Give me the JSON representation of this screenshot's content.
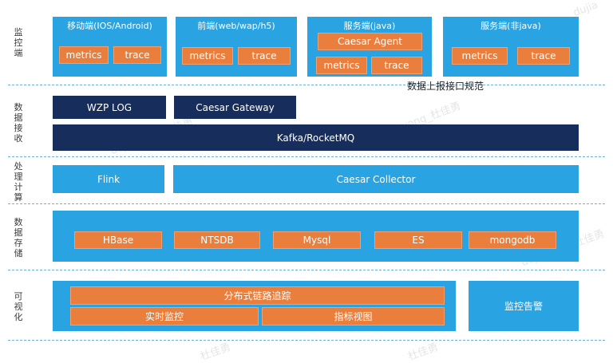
{
  "layers": {
    "monitor": "监控端",
    "ingest": "数据接收",
    "compute": "处理计算",
    "storage": "数据存储",
    "visual": "可视化"
  },
  "clients": [
    {
      "title": "移动端(IOS/Android)",
      "metrics": "metrics",
      "trace": "trace"
    },
    {
      "title": "前端(web/wap/h5)",
      "metrics": "metrics",
      "trace": "trace"
    },
    {
      "title": "服务端(java)",
      "agent": "Caesar Agent",
      "metrics": "metrics",
      "trace": "trace"
    },
    {
      "title": "服务端(非java)",
      "metrics": "metrics",
      "trace": "trace"
    }
  ],
  "report_spec": "数据上报接口规范",
  "ingest": {
    "wzp_log": "WZP LOG",
    "gateway": "Caesar Gateway",
    "mq": "Kafka/RocketMQ"
  },
  "compute": {
    "flink": "Flink",
    "collector": "Caesar Collector"
  },
  "storage": [
    "HBase",
    "NTSDB",
    "Mysql",
    "ES",
    "mongodb"
  ],
  "visual": {
    "tracing": "分布式链路追踪",
    "realtime": "实时监控",
    "metric_view": "指标视图",
    "alert": "监控告警"
  },
  "watermarks": [
    "dujiayong_杜佳勇",
    "dujiayong_杜佳勇",
    "dujiayong_杜佳勇",
    "杜佳勇",
    "杜佳勇"
  ]
}
